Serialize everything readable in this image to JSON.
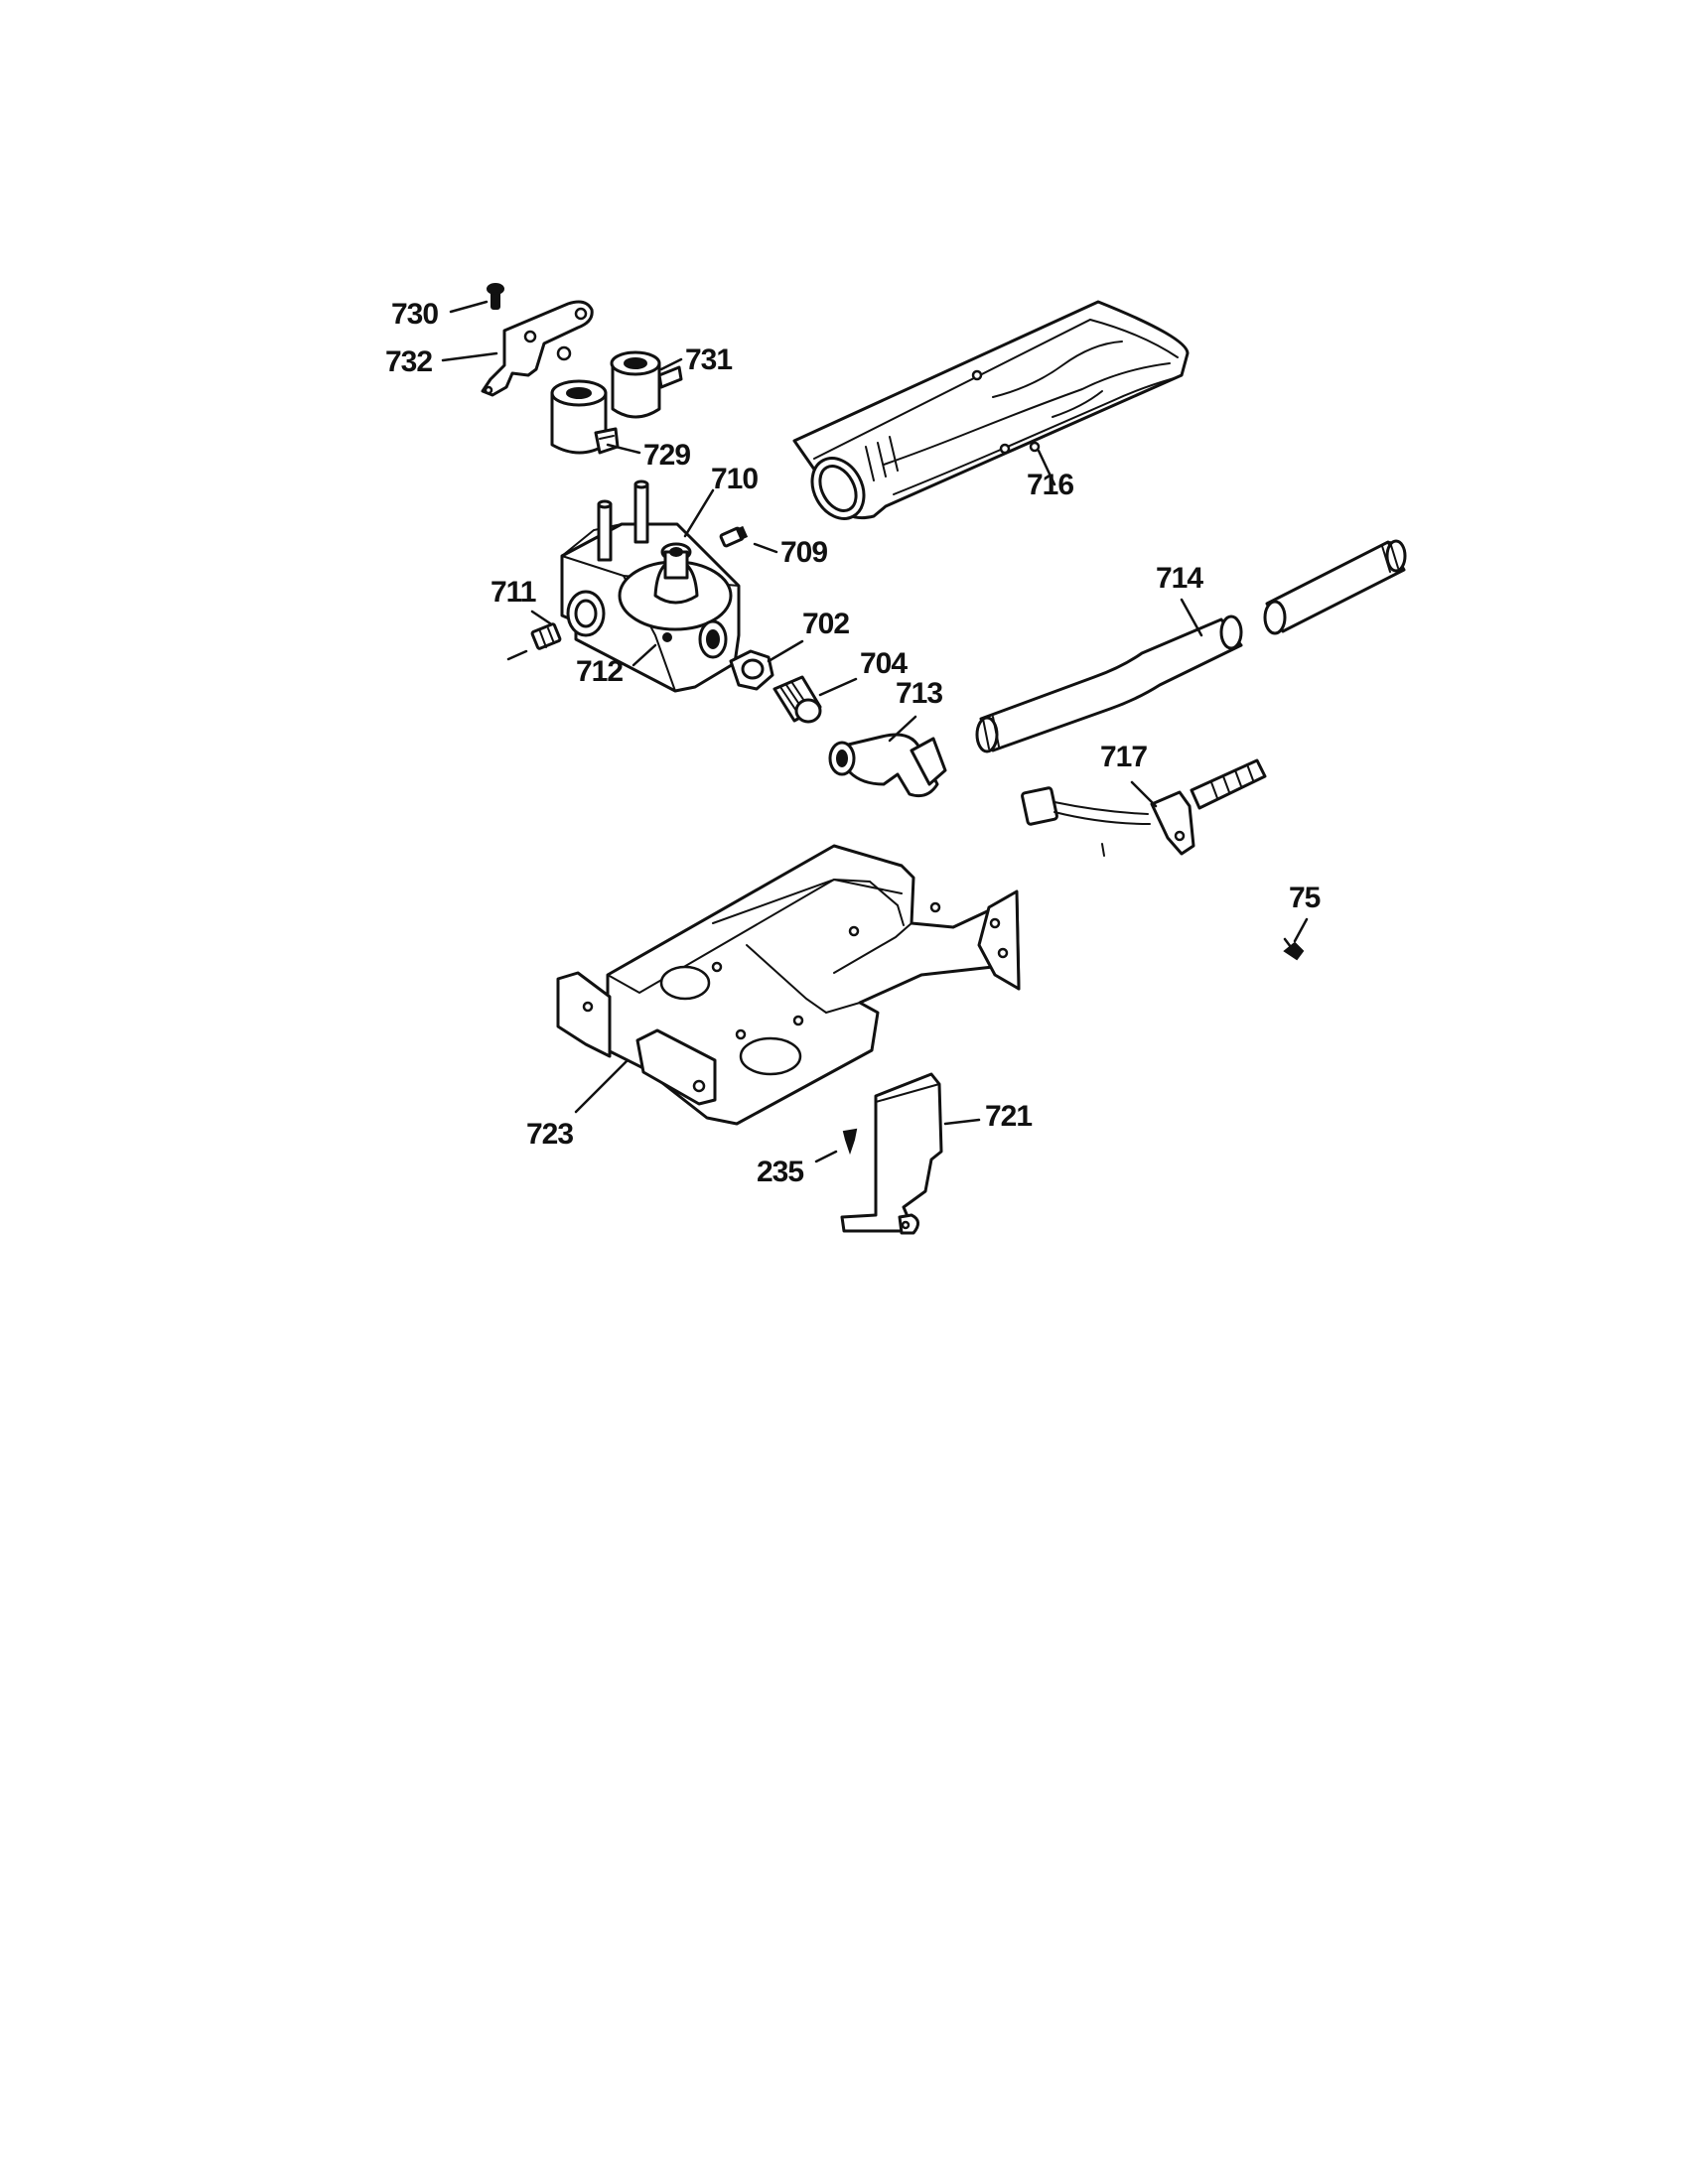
{
  "diagram": {
    "callouts": [
      {
        "id": "730",
        "label": "730"
      },
      {
        "id": "732",
        "label": "732"
      },
      {
        "id": "731",
        "label": "731"
      },
      {
        "id": "729",
        "label": "729"
      },
      {
        "id": "710",
        "label": "710"
      },
      {
        "id": "709",
        "label": "709"
      },
      {
        "id": "711",
        "label": "711"
      },
      {
        "id": "712",
        "label": "712"
      },
      {
        "id": "702",
        "label": "702"
      },
      {
        "id": "704",
        "label": "704"
      },
      {
        "id": "713",
        "label": "713"
      },
      {
        "id": "716",
        "label": "716"
      },
      {
        "id": "714",
        "label": "714"
      },
      {
        "id": "717",
        "label": "717"
      },
      {
        "id": "75",
        "label": "75"
      },
      {
        "id": "723",
        "label": "723"
      },
      {
        "id": "721",
        "label": "721"
      },
      {
        "id": "235",
        "label": "235"
      }
    ]
  }
}
